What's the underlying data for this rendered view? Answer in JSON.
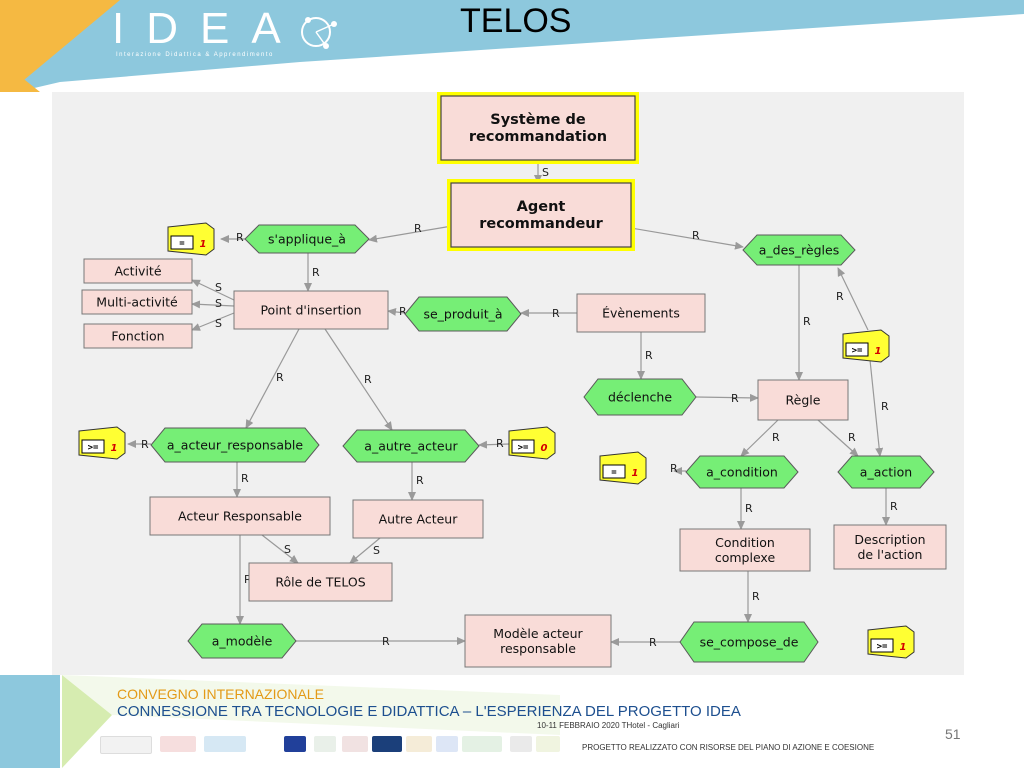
{
  "header": {
    "logo_title": "IDEA",
    "logo_subtitle": "Interazione Didattica & Apprendimento",
    "slide_title": "TELOS"
  },
  "colors": {
    "band_blue": "#8dc8dd",
    "band_orange": "#f5b942",
    "panel_bg": "#f0f0f0",
    "entity_fill": "#f9dcd8",
    "relation_fill": "#76ee76",
    "highlight": "#ffff00",
    "badge_fill": "#ffff33",
    "edge": "#999999"
  },
  "diagram": {
    "nodes": [
      {
        "id": "systeme",
        "kind": "entity",
        "highlight": true,
        "lines": [
          "Système de",
          "recommandation"
        ]
      },
      {
        "id": "agent",
        "kind": "entity",
        "highlight": true,
        "lines": [
          "Agent",
          "recommandeur"
        ]
      },
      {
        "id": "s_applique",
        "kind": "relation",
        "lines": [
          "s'applique_à"
        ]
      },
      {
        "id": "a_des_regles",
        "kind": "relation",
        "lines": [
          "a_des_règles"
        ]
      },
      {
        "id": "activite",
        "kind": "entity",
        "lines": [
          "Activité"
        ]
      },
      {
        "id": "multi",
        "kind": "entity",
        "lines": [
          "Multi-activité"
        ]
      },
      {
        "id": "fonction",
        "kind": "entity",
        "lines": [
          "Fonction"
        ]
      },
      {
        "id": "point",
        "kind": "entity",
        "lines": [
          "Point d'insertion"
        ]
      },
      {
        "id": "se_produit",
        "kind": "relation",
        "lines": [
          "se_produit_à"
        ]
      },
      {
        "id": "evenements",
        "kind": "entity",
        "lines": [
          "Évènements"
        ]
      },
      {
        "id": "declenche",
        "kind": "relation",
        "lines": [
          "déclenche"
        ]
      },
      {
        "id": "regle",
        "kind": "entity",
        "lines": [
          "Règle"
        ]
      },
      {
        "id": "a_acteur_resp",
        "kind": "relation",
        "lines": [
          "a_acteur_responsable"
        ]
      },
      {
        "id": "a_autre_acteur",
        "kind": "relation",
        "lines": [
          "a_autre_acteur"
        ]
      },
      {
        "id": "a_condition",
        "kind": "relation",
        "lines": [
          "a_condition"
        ]
      },
      {
        "id": "a_action",
        "kind": "relation",
        "lines": [
          "a_action"
        ]
      },
      {
        "id": "acteur_resp",
        "kind": "entity",
        "lines": [
          "Acteur Responsable"
        ]
      },
      {
        "id": "autre_acteur",
        "kind": "entity",
        "lines": [
          "Autre Acteur"
        ]
      },
      {
        "id": "condition_complexe",
        "kind": "entity",
        "lines": [
          "Condition",
          "complexe"
        ]
      },
      {
        "id": "description_action",
        "kind": "entity",
        "lines": [
          "Description",
          "de l'action"
        ]
      },
      {
        "id": "role",
        "kind": "entity",
        "lines": [
          "Rôle de TELOS"
        ]
      },
      {
        "id": "a_modele",
        "kind": "relation",
        "lines": [
          "a_modèle"
        ]
      },
      {
        "id": "modele",
        "kind": "entity",
        "lines": [
          "Modèle acteur",
          "responsable"
        ]
      },
      {
        "id": "se_compose",
        "kind": "relation",
        "lines": [
          "se_compose_de"
        ]
      }
    ],
    "badges": [
      {
        "id": "b_applique",
        "op": "=",
        "num": "1"
      },
      {
        "id": "b_regles",
        "op": ">=",
        "num": "1"
      },
      {
        "id": "b_acteur",
        "op": ">=",
        "num": "1"
      },
      {
        "id": "b_autre",
        "op": ">=",
        "num": "0"
      },
      {
        "id": "b_condition",
        "op": "=",
        "num": "1"
      },
      {
        "id": "b_compose",
        "op": ">=",
        "num": "1"
      }
    ],
    "edges": [
      {
        "id": "e1",
        "label": "S"
      },
      {
        "id": "e2",
        "label": "R"
      },
      {
        "id": "e3",
        "label": "R"
      },
      {
        "id": "e4",
        "label": "R"
      },
      {
        "id": "e5",
        "label": "S"
      },
      {
        "id": "e6",
        "label": "S"
      },
      {
        "id": "e7",
        "label": "S"
      },
      {
        "id": "e8",
        "label": "R"
      },
      {
        "id": "e9",
        "label": "R"
      },
      {
        "id": "e10",
        "label": "R"
      },
      {
        "id": "e11",
        "label": "R"
      },
      {
        "id": "e12",
        "label": "R"
      },
      {
        "id": "e13",
        "label": "R"
      },
      {
        "id": "e14",
        "label": "R"
      },
      {
        "id": "e15",
        "label": "R"
      },
      {
        "id": "e16",
        "label": "R"
      },
      {
        "id": "e17",
        "label": "R"
      },
      {
        "id": "e18",
        "label": "R"
      },
      {
        "id": "e19",
        "label": "R"
      },
      {
        "id": "e20",
        "label": "R"
      },
      {
        "id": "e21",
        "label": "R"
      },
      {
        "id": "e22",
        "label": "R"
      },
      {
        "id": "e23",
        "label": "R"
      },
      {
        "id": "e24",
        "label": "R"
      },
      {
        "id": "e25",
        "label": "S"
      },
      {
        "id": "e26",
        "label": "S"
      },
      {
        "id": "e27",
        "label": "R"
      },
      {
        "id": "e28",
        "label": "R"
      },
      {
        "id": "e29",
        "label": "R"
      },
      {
        "id": "e30",
        "label": "R"
      },
      {
        "id": "e31",
        "label": "R"
      },
      {
        "id": "e32",
        "label": "R"
      }
    ]
  },
  "footer": {
    "line1": "CONVEGNO INTERNAZIONALE",
    "line2": "CONNESSIONE TRA TECNOLOGIE E DIDATTICA  –  L'ESPERIENZA DEL PROGETTO IDEA",
    "line3": "10-11 FEBBRAIO 2020    THotel - Cagliari",
    "line4": "PROGETTO REALIZZATO CON RISORSE DEL PIANO DI AZIONE E COESIONE",
    "page_number": "51"
  }
}
